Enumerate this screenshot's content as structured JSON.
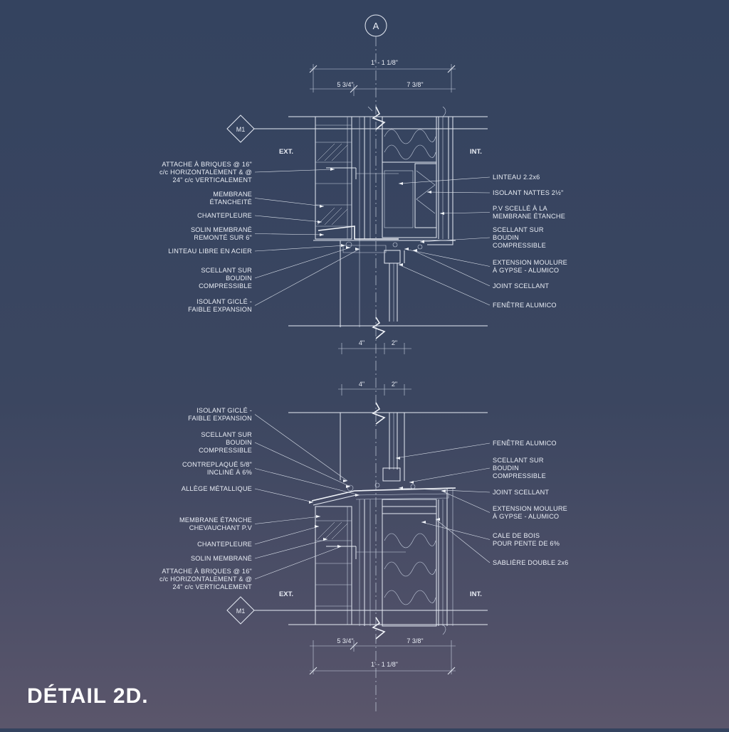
{
  "grid_marker": "A",
  "level_marker": "M1",
  "ext": "EXT.",
  "int": "INT.",
  "dims": {
    "overall": "1' - 1 1/8\"",
    "brick": "5 3/4\"",
    "wall": "7 3/8\"",
    "sill_a": "4\"",
    "sill_b": "2\""
  },
  "head_left": [
    [
      "ATTACHE À BRIQUES @ 16\"",
      "c/c HORIZONTALEMENT & @",
      "24\" c/c VERTICALEMENT"
    ],
    [
      "MEMBRANE",
      "ÉTANCHEITÉ"
    ],
    [
      "CHANTEPLEURE"
    ],
    [
      "SOLIN MEMBRANÉ",
      "REMONTÉ SUR 6\""
    ],
    [
      "LINTEAU LIBRE EN ACIER"
    ],
    [
      "SCELLANT SUR",
      "BOUDIN",
      "COMPRESSIBLE"
    ],
    [
      "ISOLANT GICLÉ -",
      "FAIBLE EXPANSION"
    ]
  ],
  "head_right": [
    [
      "LINTEAU 2.2x6"
    ],
    [
      "ISOLANT NATTES 2½\""
    ],
    [
      "P.V SCELLÉ À LA",
      "MEMBRANE ÉTANCHE"
    ],
    [
      "SCELLANT SUR",
      "BOUDIN",
      "COMPRESSIBLE"
    ],
    [
      "EXTENSION MOULURE",
      "À GYPSE - ALUMICO"
    ],
    [
      "JOINT SCELLANT"
    ],
    [
      "FENÊTRE ALUMICO"
    ]
  ],
  "sill_left": [
    [
      "ISOLANT GICLÉ -",
      "FAIBLE EXPANSION"
    ],
    [
      "SCELLANT SUR",
      "BOUDIN",
      "COMPRESSIBLE"
    ],
    [
      "CONTREPLAQUÉ 5/8\"",
      "INCLINÉ À 6%"
    ],
    [
      "ALLÈGE MÉTALLIQUE"
    ],
    [
      "MEMBRANE ÉTANCHE",
      "CHEVAUCHANT P.V"
    ],
    [
      "CHANTEPLEURE"
    ],
    [
      "SOLIN MEMBRANÉ"
    ],
    [
      "ATTACHE À BRIQUES @ 16\"",
      "c/c HORIZONTALEMENT & @",
      "24\" c/c VERTICALEMENT"
    ]
  ],
  "sill_right": [
    [
      "FENÊTRE ALUMICO"
    ],
    [
      "SCELLANT SUR",
      "BOUDIN",
      "COMPRESSIBLE"
    ],
    [
      "JOINT SCELLANT"
    ],
    [
      "EXTENSION MOULURE",
      "À GYPSE - ALUMICO"
    ],
    [
      "CALE DE BOIS",
      "POUR PENTE DE 6%"
    ],
    [
      "SABLIÈRE DOUBLE 2x6"
    ]
  ],
  "caption": "DÉTAIL 2D.",
  "colors": {
    "line": "#e6ebf4",
    "bg_top": "#34435f",
    "bg_bottom": "#5b566b"
  }
}
